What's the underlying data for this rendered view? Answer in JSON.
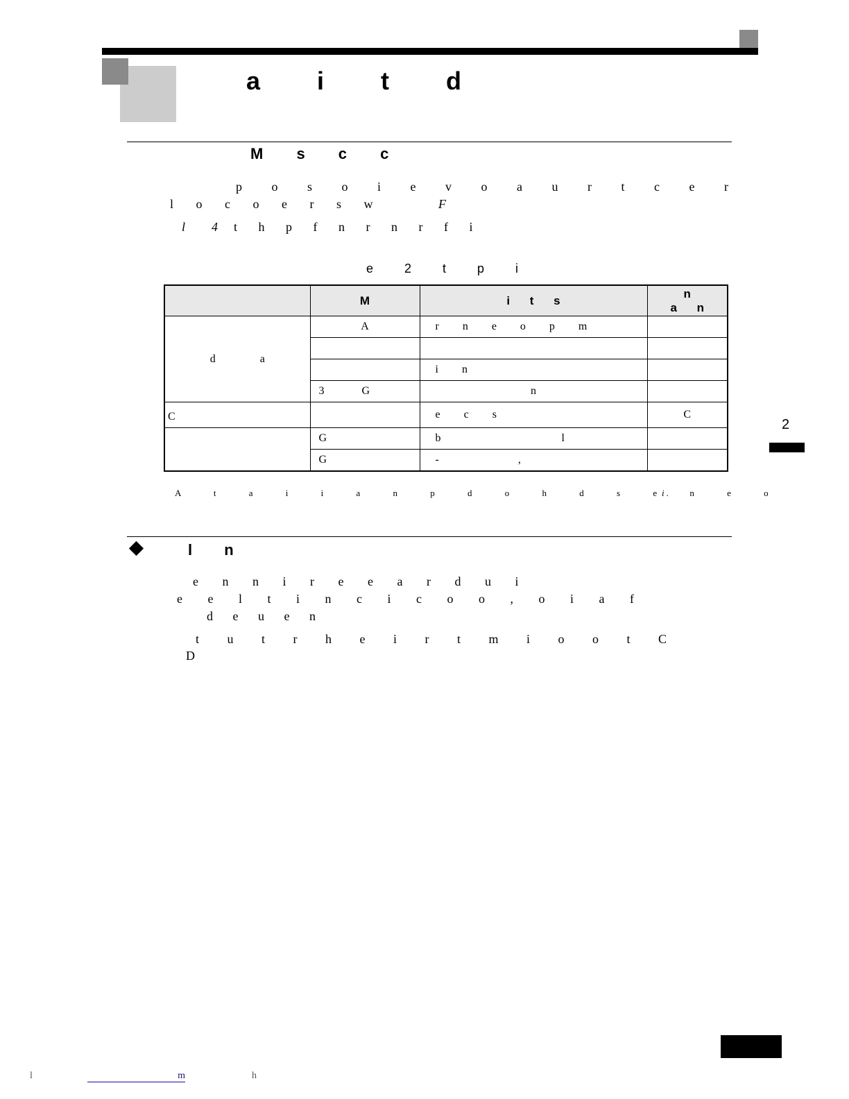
{
  "header": {
    "chapter_title": "a i t d"
  },
  "section": {
    "heading": "M s c c",
    "para1_line1": "p o s o i e v o a u r t c e r",
    "para1_line2": "l o c o e r s w",
    "para1_line2_italic": "F",
    "para2_italic1": "l",
    "para2_italic2": "4",
    "para2_rest": "t h p f n r n r f i"
  },
  "table": {
    "caption": "e 2 t p i",
    "headers": {
      "category": "",
      "model": "M",
      "description": "i t s",
      "reference_line1": "n",
      "reference_line2": "a n"
    },
    "groups": [
      {
        "category": "d a",
        "rows": [
          {
            "model": "A",
            "description": "r n e o p m",
            "reference": ""
          },
          {
            "model": "",
            "description": "",
            "reference": ""
          },
          {
            "model": "",
            "description": "i n",
            "reference": ""
          },
          {
            "model": "3 G",
            "description": "n",
            "reference": ""
          }
        ]
      },
      {
        "category": "C",
        "rows": [
          {
            "model": "",
            "description": "e c s",
            "reference": "C"
          }
        ]
      },
      {
        "category": "",
        "rows": [
          {
            "model": "G",
            "description": "b l",
            "reference": ""
          },
          {
            "model": "G",
            "description": "- ,",
            "reference": ""
          }
        ]
      }
    ],
    "note": "A t a i i a n p d o h d s e n e o",
    "note_italic": "i ."
  },
  "subsection": {
    "heading": "l n",
    "para3_line1": "e n n i r e e a r d u i",
    "para3_line2": "e e l t i n c i c o o , o i a f",
    "para3_line3": "d e u e n",
    "para4_line1": "t u t r h e i r t m i o o t C",
    "para4_line2": "D"
  },
  "side_tab": {
    "chapter_number": "2"
  },
  "footer": {
    "left": "l",
    "link": "m",
    "right": "h"
  },
  "colors": {
    "rule": "#000000",
    "decor_dark": "#8a8a8a",
    "decor_light": "#cccccc",
    "table_header_bg": "#e8e8e8",
    "link": "#1a0dab"
  }
}
